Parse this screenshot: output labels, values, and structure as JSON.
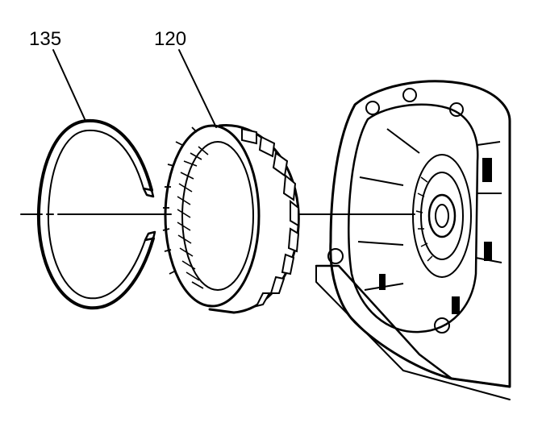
{
  "callouts": [
    {
      "id": "135",
      "label": "135",
      "part": "snap-ring"
    },
    {
      "id": "120",
      "label": "120",
      "part": "ring-gear"
    }
  ],
  "colors": {
    "ink": "#000000",
    "background": "#ffffff"
  }
}
